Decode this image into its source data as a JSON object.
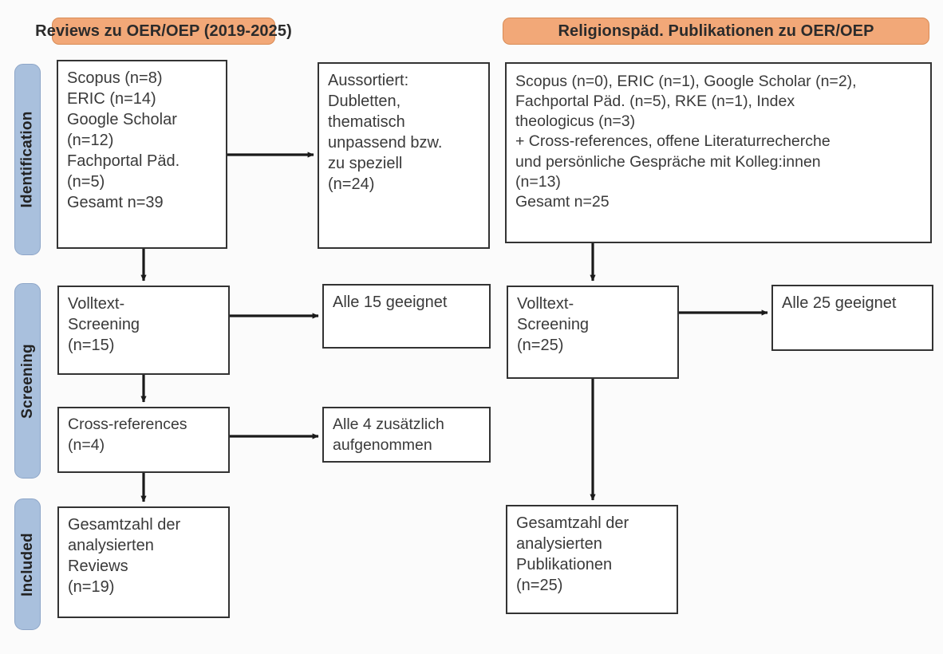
{
  "diagram": {
    "title": "PRISMA-Flussdiagramm",
    "colors": {
      "header_fill": "#f2a878",
      "header_border": "#d88b55",
      "phase_fill": "#a9c0dd",
      "phase_border": "#8ea6c8",
      "box_border": "#333333",
      "box_fill": "#ffffff",
      "text": "#3a3a3a",
      "arrow": "#1a1a1a"
    },
    "headers": [
      {
        "id": "left",
        "label": "Reviews zu OER/OEP (2019-2025)"
      },
      {
        "id": "right",
        "label": "Religionspäd. Publikationen zu OER/OEP"
      }
    ],
    "phases": [
      {
        "id": "identification",
        "label": "Identification"
      },
      {
        "id": "screening",
        "label": "Screening"
      },
      {
        "id": "included",
        "label": "Included"
      }
    ],
    "nodes": {
      "left_sources": "Scopus (n=8)\nERIC (n=14)\nGoogle Scholar\n(n=12)\nFachportal Päd.\n(n=5)\nGesamt n=39",
      "left_excluded": "Aussortiert:\nDubletten,\nthematisch\nunpassend bzw.\nzu speziell\n(n=24)",
      "left_fulltext": "Volltext-\nScreening\n(n=15)",
      "left_fulltext_result": "Alle 15 geeignet",
      "left_crossrefs": "Cross-references\n(n=4)",
      "left_crossrefs_result": "Alle 4 zusätzlich\naufgenommen",
      "left_included": "Gesamtzahl der\nanalysierten\nReviews\n(n=19)",
      "right_sources": "Scopus (n=0), ERIC (n=1), Google Scholar (n=2),\nFachportal Päd. (n=5), RKE (n=1), Index\ntheologicus (n=3)\n+ Cross-references, offene Literaturrecherche\nund persönliche Gespräche mit Kolleg:innen\n(n=13)\nGesamt n=25",
      "right_fulltext": "Volltext-\nScreening\n(n=25)",
      "right_fulltext_result": "Alle 25 geeignet",
      "right_included": "Gesamtzahl der\nanalysierten\nPublikationen\n(n=25)"
    },
    "counts": {
      "left_scopus": 8,
      "left_eric": 14,
      "left_google_scholar": 12,
      "left_fachportal": 5,
      "left_total": 39,
      "left_excluded": 24,
      "left_fulltext": 15,
      "left_fulltext_eligible": 15,
      "left_crossrefs": 4,
      "left_crossrefs_added": 4,
      "left_included": 19,
      "right_scopus": 0,
      "right_eric": 1,
      "right_google_scholar": 2,
      "right_fachportal": 5,
      "right_rke": 1,
      "right_index_theologicus": 3,
      "right_additional": 13,
      "right_total": 25,
      "right_fulltext": 25,
      "right_fulltext_eligible": 25,
      "right_included": 25
    }
  }
}
